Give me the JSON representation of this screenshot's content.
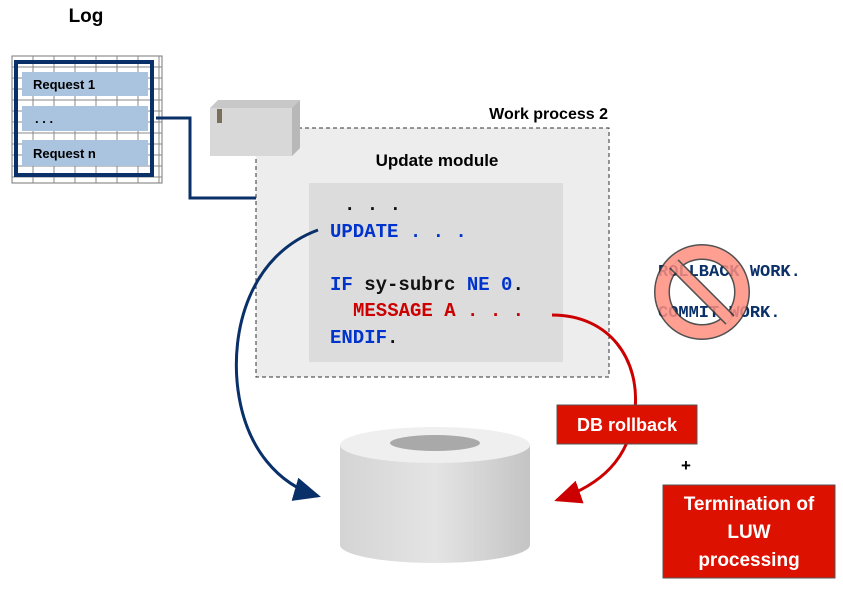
{
  "log": {
    "title": "Log",
    "requests": [
      "Request 1",
      ". . .",
      "Request n"
    ]
  },
  "work_process": {
    "title": "Work process 2",
    "module_title": "Update module",
    "code": {
      "line1": ". . .",
      "update_kw": "UPDATE",
      "update_rest": " . . .",
      "if_kw": "IF",
      "if_var": " sy-subrc ",
      "if_op": "NE",
      "if_val": " 0",
      "if_end": ".",
      "message": "MESSAGE A . . .",
      "endif_kw": "ENDIF",
      "endif_end": "."
    }
  },
  "forbidden": {
    "rollback": "ROLLBACK WORK.",
    "commit": "COMMIT WORK."
  },
  "db_rollback": "DB rollback",
  "plus": "+",
  "termination": [
    "Termination of",
    "LUW",
    "processing"
  ],
  "colors": {
    "blue": "#0033cc",
    "navy": "#0a3069",
    "red": "#cc0000",
    "box_red": "#dd1100"
  }
}
